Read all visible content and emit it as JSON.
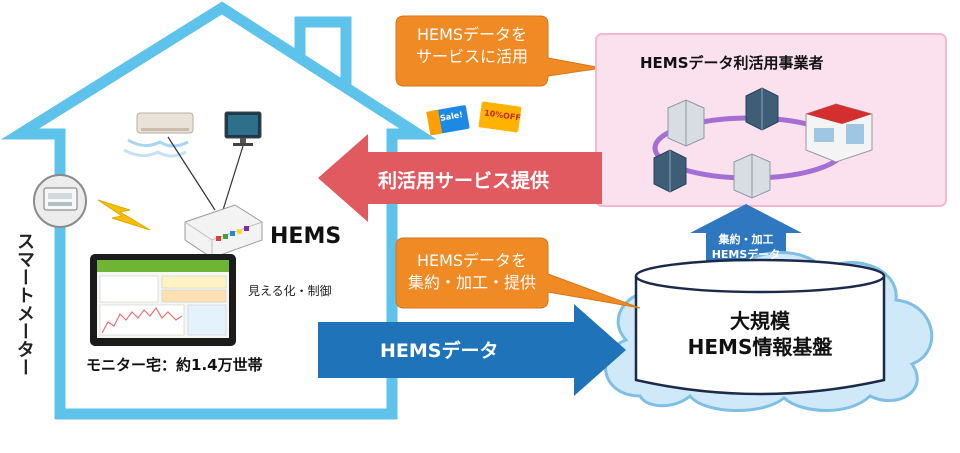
{
  "colors": {
    "house_outline": "#5ec3ea",
    "orange_callout": "#f08a24",
    "red_arrow": "#e05a5f",
    "blue_arrow": "#1f73b8",
    "pink_box": "#fbe1ee",
    "cloud": "#cfe9f8",
    "up_arrow": "#2f78bf"
  },
  "house": {
    "smart_meter_label": "スマートメーター",
    "hems_label": "HEMS",
    "visualize_label": "見える化・制御",
    "monitor_caption": "モニター宅：約1.4万世帯",
    "icons": [
      "air-conditioner-icon",
      "tv-monitor-icon",
      "smart-meter-icon",
      "hems-router-icon",
      "tablet-display-icon",
      "lightning-icon"
    ]
  },
  "callouts": {
    "top": {
      "line1": "HEMSデータを",
      "line2": "サービスに活用"
    },
    "middle": {
      "line1": "HEMSデータを",
      "line2": "集約・加工・提供"
    }
  },
  "arrows": {
    "service": "利活用サービス提供",
    "data": "HEMSデータ",
    "aggregate_line1": "集約・加工",
    "aggregate_line2": "HEMSデータ"
  },
  "business_box": {
    "title": "HEMSデータ利活用事業者",
    "icons": [
      "office-building-icon",
      "shop-building-icon"
    ]
  },
  "coupons": {
    "left": "Sale!",
    "right": "10%OFF"
  },
  "cloud": {
    "line1": "大規模",
    "line2": "HEMS情報基盤"
  }
}
